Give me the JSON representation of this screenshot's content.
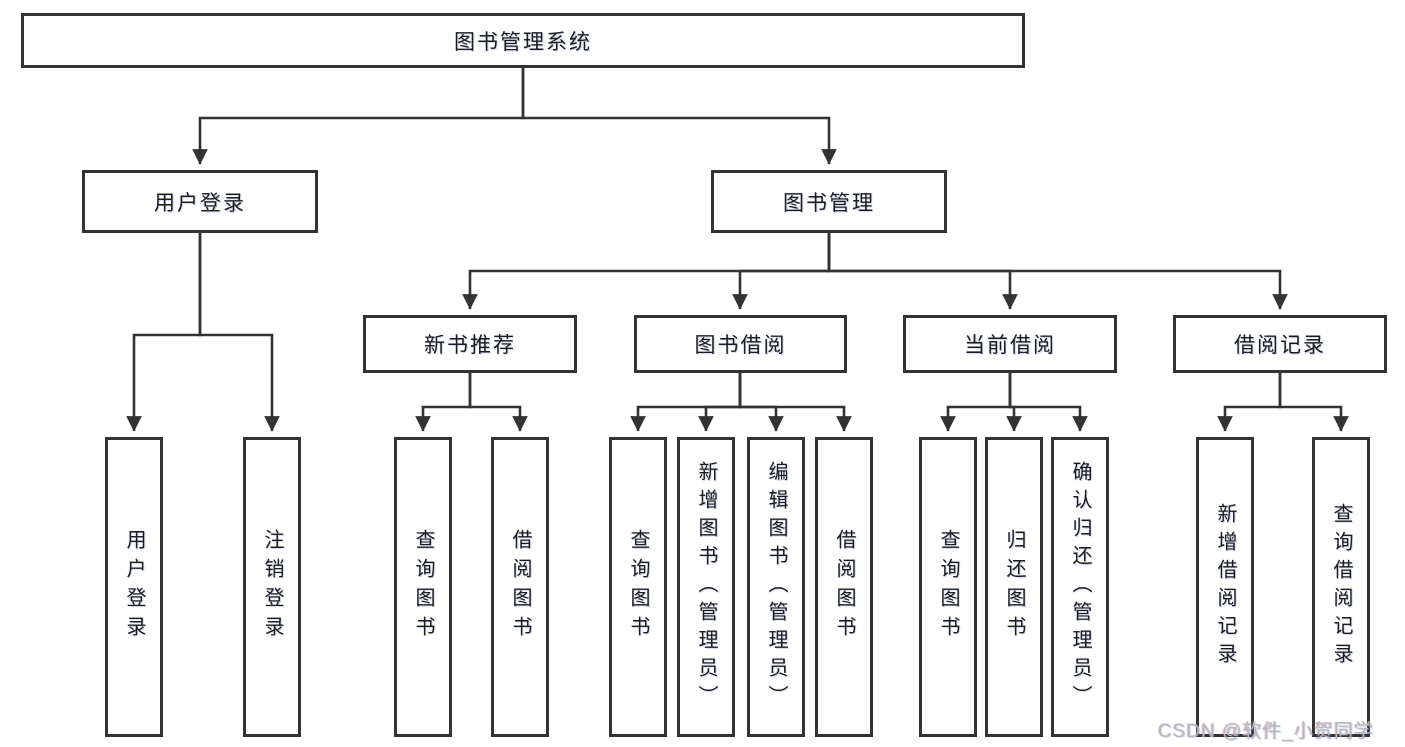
{
  "diagram_type": "tree",
  "colors": {
    "line": "#333333",
    "box_border": "#333333",
    "text": "#1c1c1c",
    "background": "#ffffff",
    "watermark": "#b6babf"
  },
  "root": {
    "label": "图书管理系统"
  },
  "branches": [
    {
      "label": "用户登录",
      "children": [
        {
          "label": "用户登录"
        },
        {
          "label": "注销登录"
        }
      ]
    },
    {
      "label": "图书管理",
      "children": [
        {
          "label": "新书推荐",
          "children": [
            {
              "label": "查询图书"
            },
            {
              "label": "借阅图书"
            }
          ]
        },
        {
          "label": "图书借阅",
          "children": [
            {
              "label": "查询图书"
            },
            {
              "label": "新增图书（管理员）"
            },
            {
              "label": "编辑图书（管理员）"
            },
            {
              "label": "借阅图书"
            }
          ]
        },
        {
          "label": "当前借阅",
          "children": [
            {
              "label": "查询图书"
            },
            {
              "label": "归还图书"
            },
            {
              "label": "确认归还（管理员）"
            }
          ]
        },
        {
          "label": "借阅记录",
          "children": [
            {
              "label": "新增借阅记录"
            },
            {
              "label": "查询借阅记录"
            }
          ]
        }
      ]
    }
  ],
  "watermark": {
    "text": "CSDN @软件_小贺同学"
  }
}
